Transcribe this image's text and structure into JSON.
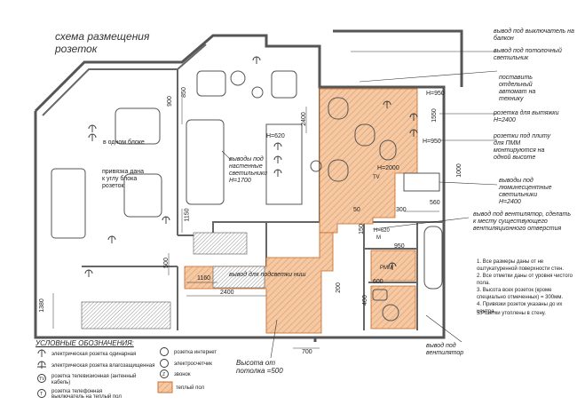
{
  "title": [
    "схема размещения",
    "розеток"
  ],
  "callouts": {
    "balcony_outlet": "вывод под выключатель на балкон",
    "ceiling_light": "вывод под потолочный светильник",
    "automat": [
      "поставить",
      "отдельный",
      "автомат на",
      "технику"
    ],
    "hood_outlet": "розетка для вытяжки",
    "hood_height": "H=2400",
    "pmm_outlet": [
      "розетки под плиту",
      "для ПММ",
      "монтируются на",
      "одной высоте"
    ],
    "lum_outlet": [
      "выводы под",
      "люминесцентные",
      "светильники"
    ],
    "lum_height": "H=2400",
    "vent_fan": [
      "вывод под вентилятор, сделать",
      "к месту существующего",
      "вентиляционного отверстия"
    ],
    "wall_lights": [
      "выводы под",
      "настенные",
      "светильники"
    ],
    "wall_height": "H=1700",
    "sofa_bind": [
      "привязка дана",
      "к углу блока",
      "розеток"
    ],
    "one_block": "в одном блоке",
    "niche_light": "вывод для подсветки ниш",
    "switch_height": [
      "Высота от",
      "потолка =500"
    ],
    "vent_out": [
      "вывод под",
      "вентилятор"
    ]
  },
  "dimensions": {
    "d900": "900",
    "d850": "850",
    "d2400v": "2400",
    "h620": "H=620",
    "h2000": "H=2000",
    "h950a": "H=950",
    "h950b": "H=950",
    "d1550": "1550",
    "d1000": "1000",
    "d300": "300",
    "d560": "560",
    "d50": "50",
    "d150": "150",
    "d1150": "1150",
    "d500": "500",
    "d700": "700",
    "d1160": "1160",
    "d2400": "2400",
    "d1380": "1380",
    "d200": "200",
    "d950": "950",
    "d600": "600",
    "d400": "400",
    "h620m": "H=620",
    "m": "M",
    "tv": "TV",
    "pmm": "PMM"
  },
  "notes": [
    "1. Все размеры даны от не оштукатуренной поверхности стен.",
    "2. Все отметки даны от уровня чистого пола.",
    "3. Высота всех розеток (кроме специально отмеченных) = 300мм.",
    "4. Привязки розеток указаны до их центра.",
    "5.Розетки утоплены в стену."
  ],
  "legend": {
    "heading": "УСЛОВНЫЕ ОБОЗНАЧЕНИЯ:",
    "items": [
      "электрическая розетка одинарная",
      "электрическая розетка влагозащищенная",
      "розетка телевизионная (антенный кабель)",
      "розетка телефонная",
      "выключатель на теплый пол",
      "розетка интернет",
      "электросчетчик",
      "звонок",
      "теплый пол"
    ],
    "symbols": {
      "tv": "TV",
      "z": "Z",
      "t": "T"
    }
  },
  "colors": {
    "warm_floor": "#f4c9a4",
    "warm_floor_stripe": "#e2a06a",
    "wall": "#555555",
    "accent": "#c8641e"
  }
}
